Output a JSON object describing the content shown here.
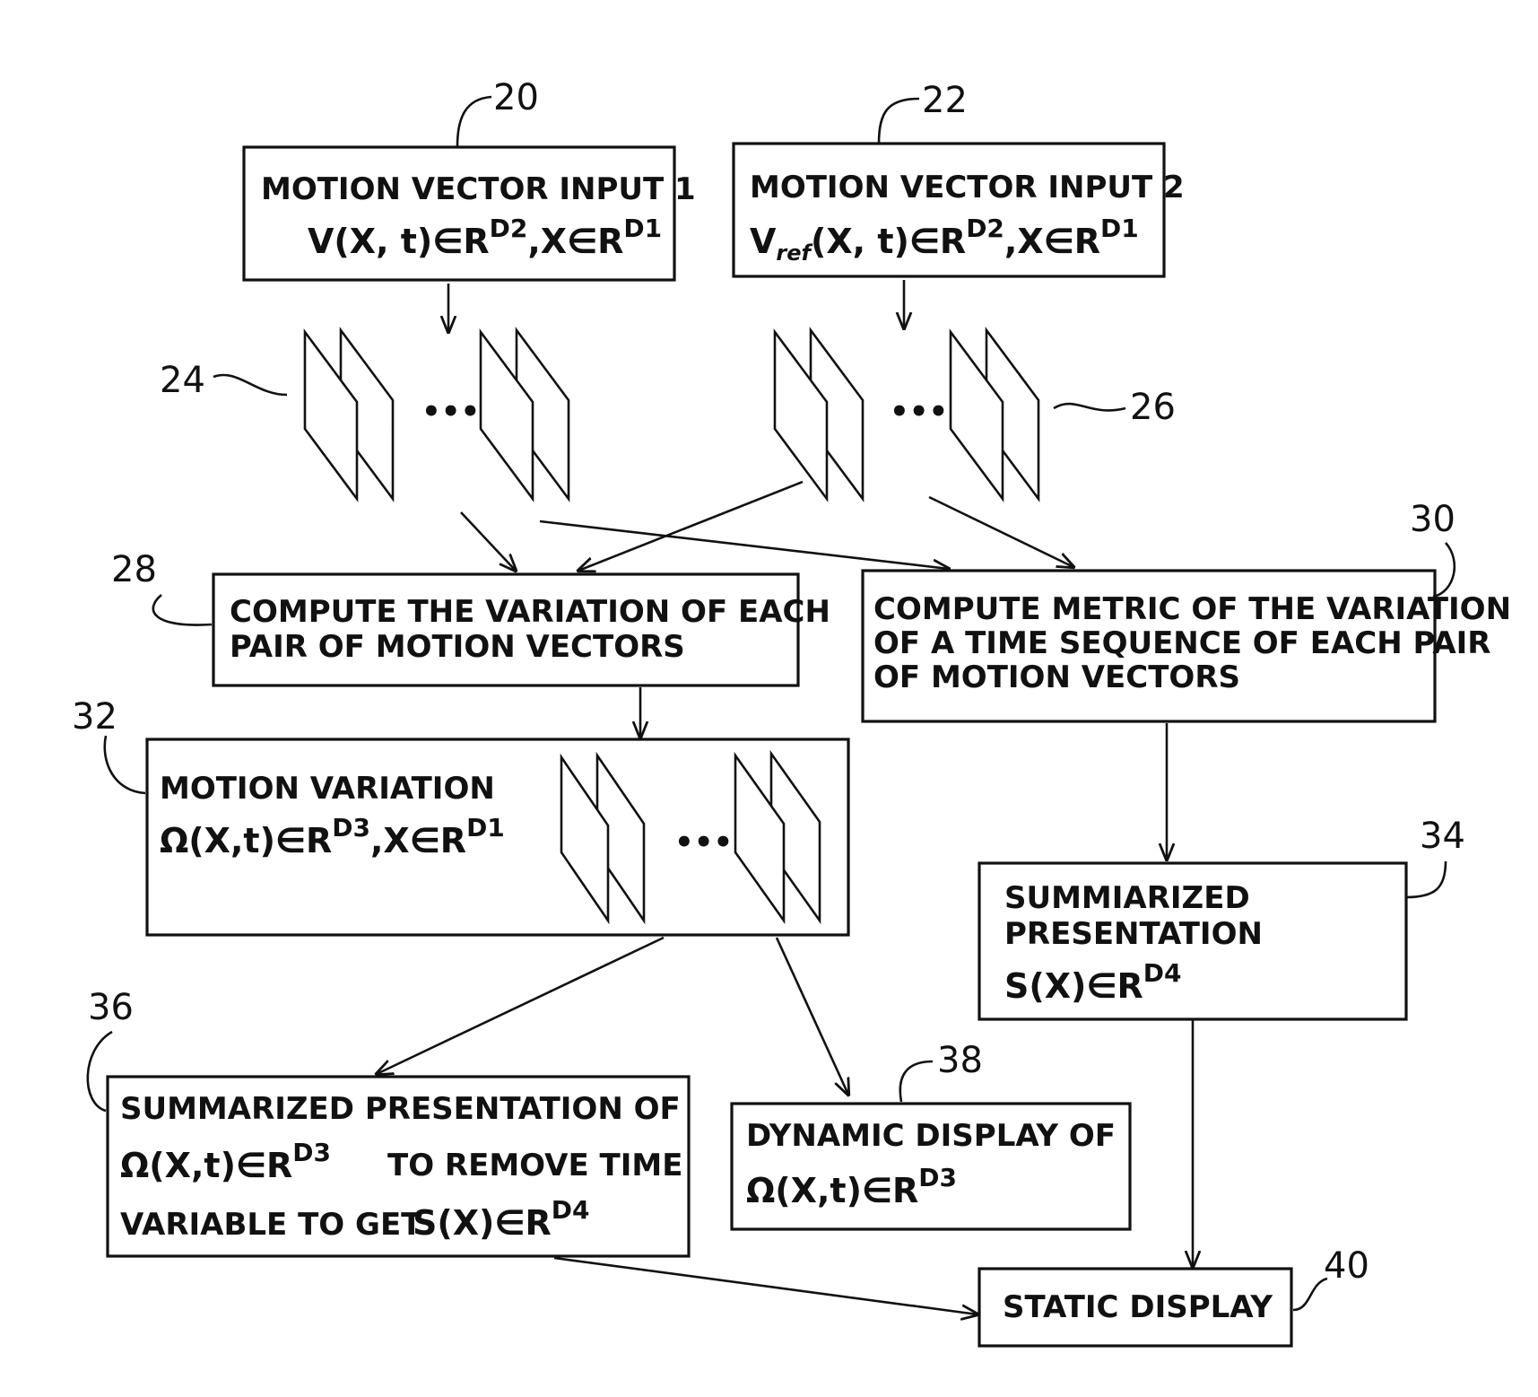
{
  "refs": {
    "r20": "20",
    "r22": "22",
    "r24": "24",
    "r26": "26",
    "r28": "28",
    "r30": "30",
    "r32": "32",
    "r34": "34",
    "r36": "36",
    "r38": "38",
    "r40": "40"
  },
  "box20": {
    "line1": "MOTION VECTOR INPUT 1",
    "math": {
      "a": "V(X, t)∈R",
      "a_sup": "D2",
      "b": ",X∈R",
      "b_sup": "D1"
    }
  },
  "box22": {
    "line1": "MOTION VECTOR INPUT 2",
    "math": {
      "v": "V",
      "v_sub": "ref",
      "a": "(X, t)∈R",
      "a_sup": "D2",
      "b": ",X∈R",
      "b_sup": "D1"
    }
  },
  "box28": {
    "line1": "COMPUTE THE VARIATION OF EACH",
    "line2": "PAIR OF MOTION VECTORS"
  },
  "box30": {
    "line1": "COMPUTE METRIC OF THE VARIATION",
    "line2": "OF A TIME SEQUENCE OF EACH PAIR",
    "line3": "OF MOTION VECTORS"
  },
  "box32": {
    "line1": "MOTION VARIATION",
    "math": {
      "a": "Ω(X,t)∈R",
      "a_sup": "D3",
      "b": ",X∈R",
      "b_sup": "D1"
    }
  },
  "box34": {
    "line1": "SUMMIARIZED",
    "line2": "PRESENTATION",
    "math": {
      "a": "S(X)∈R",
      "a_sup": "D4"
    }
  },
  "box36": {
    "line1": "SUMMARIZED PRESENTATION OF",
    "math": {
      "a": "Ω(X,t)∈R",
      "a_sup": "D3"
    },
    "line2b": "TO REMOVE TIME",
    "line3": "VARIABLE TO GET",
    "math2": {
      "a": "S(X)∈R",
      "a_sup": "D4"
    }
  },
  "box38": {
    "line1": "DYNAMIC DISPLAY OF",
    "math": {
      "a": "Ω(X,t)∈R",
      "a_sup": "D3"
    }
  },
  "box40": {
    "line1": "STATIC DISPLAY"
  },
  "ellipsis": "•••"
}
